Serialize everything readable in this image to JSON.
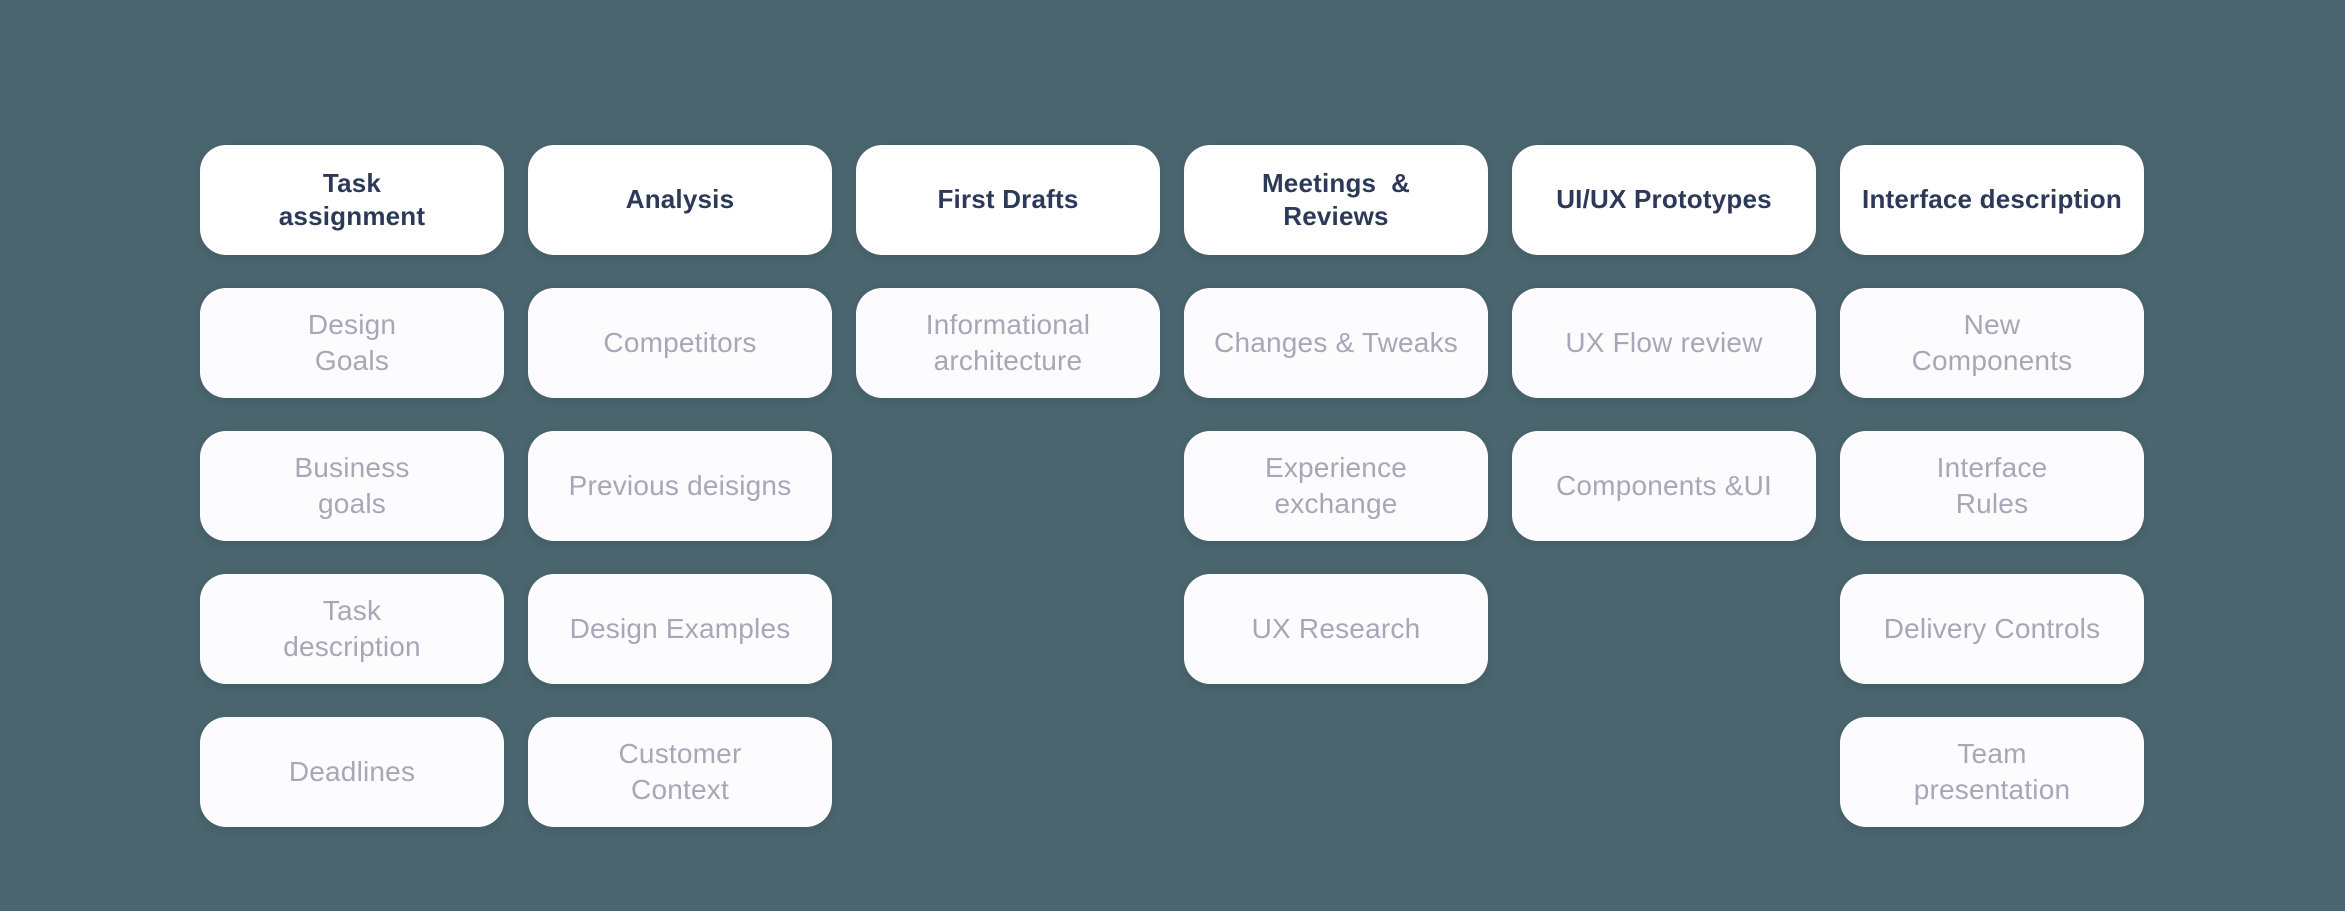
{
  "colors": {
    "background": "#4A656E",
    "card_background": "#FFFFFF",
    "header_text": "#2D3958",
    "item_text": "#A6A7B7"
  },
  "board": {
    "columns": [
      {
        "header": "Task\nassignment",
        "items": [
          "Design\nGoals",
          "Business\ngoals",
          "Task\ndescription",
          "Deadlines"
        ]
      },
      {
        "header": "Analysis",
        "items": [
          "Competitors",
          "Previous deisigns",
          "Design Examples",
          "Customer\nContext"
        ]
      },
      {
        "header": "First Drafts",
        "items": [
          "Informational\narchitecture"
        ]
      },
      {
        "header": "Meetings  &\nReviews",
        "items": [
          "Changes & Tweaks",
          "Experience\nexchange",
          "UX Research"
        ]
      },
      {
        "header": "UI/UX Prototypes",
        "items": [
          "UX Flow review",
          "Components &UI"
        ]
      },
      {
        "header": "Interface description",
        "items": [
          "New\nComponents",
          "Interface\nRules",
          "Delivery Controls",
          "Team\npresentation"
        ]
      }
    ]
  }
}
